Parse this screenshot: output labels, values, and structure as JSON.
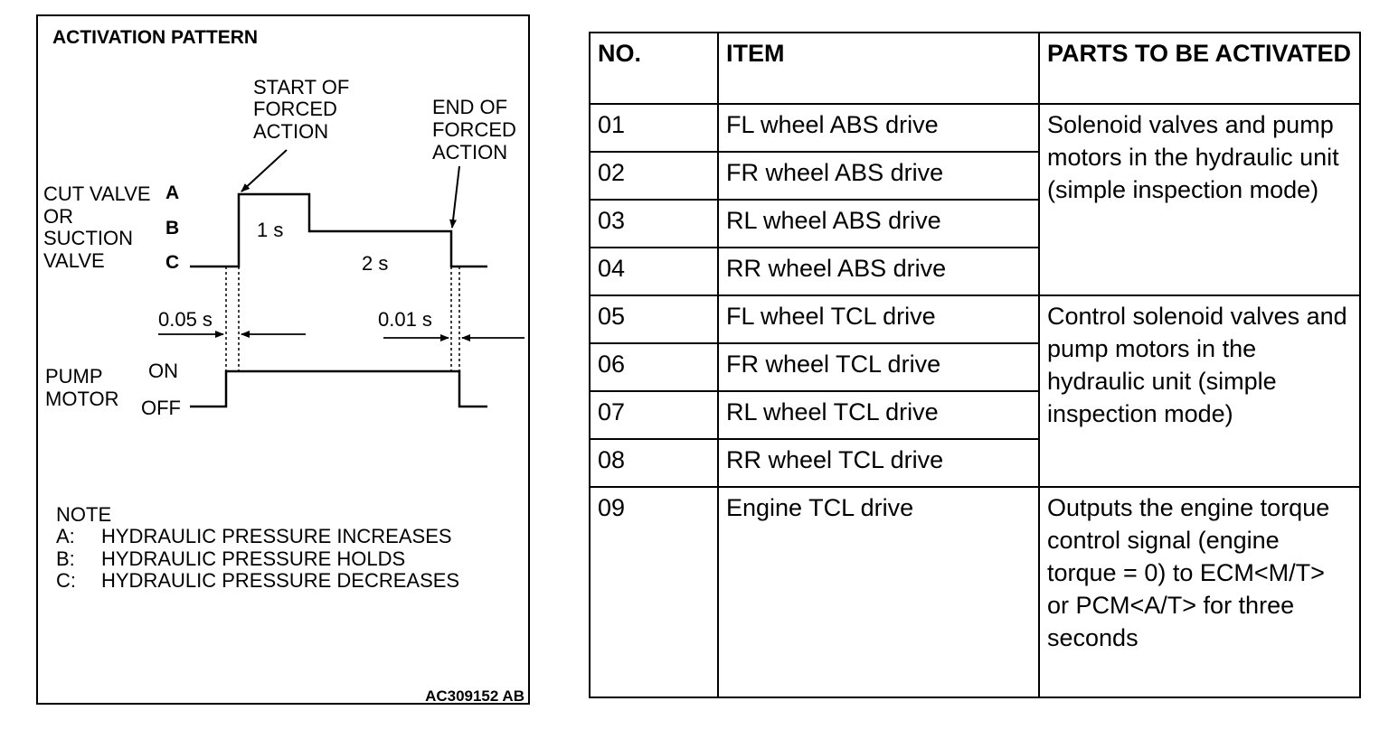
{
  "figure": {
    "title": "ACTIVATION PATTERN",
    "start_label": [
      "START OF",
      "FORCED",
      "ACTION"
    ],
    "end_label": [
      "END OF",
      "FORCED",
      "ACTION"
    ],
    "valve_label": [
      "CUT VALVE",
      "OR",
      "SUCTION",
      "VALVE"
    ],
    "level_a": "A",
    "level_b": "B",
    "level_c": "C",
    "duration_1": "1 s",
    "duration_2": "2 s",
    "delay_start": "0.05 s",
    "delay_end": "0.01 s",
    "pump_label": [
      "PUMP",
      "MOTOR"
    ],
    "on": "ON",
    "off": "OFF",
    "note_title": "NOTE",
    "notes": [
      {
        "key": "A:",
        "text": "HYDRAULIC PRESSURE INCREASES"
      },
      {
        "key": "B:",
        "text": "HYDRAULIC PRESSURE HOLDS"
      },
      {
        "key": "C:",
        "text": "HYDRAULIC PRESSURE DECREASES"
      }
    ],
    "figure_code": "AC309152 AB"
  },
  "table": {
    "headers": [
      "NO.",
      "ITEM",
      "PARTS TO BE ACTIVATED"
    ],
    "rows": [
      {
        "no": "01",
        "item": "FL wheel ABS drive"
      },
      {
        "no": "02",
        "item": "FR wheel ABS drive"
      },
      {
        "no": "03",
        "item": "RL wheel ABS drive"
      },
      {
        "no": "04",
        "item": "RR wheel ABS drive"
      },
      {
        "no": "05",
        "item": "FL wheel TCL drive"
      },
      {
        "no": "06",
        "item": "FR wheel TCL drive"
      },
      {
        "no": "07",
        "item": "RL wheel TCL drive"
      },
      {
        "no": "08",
        "item": "RR wheel TCL drive"
      },
      {
        "no": "09",
        "item": "Engine TCL drive"
      }
    ],
    "parts_abs": "Solenoid valves and pump motors in the hydraulic unit (simple inspection mode)",
    "parts_tcl": "Control solenoid valves and pump motors in the hydraulic unit (simple inspection mode)",
    "parts_engine": "Outputs the engine torque control signal (engine torque = 0) to ECM<M/T> or PCM<A/T> for three seconds"
  }
}
